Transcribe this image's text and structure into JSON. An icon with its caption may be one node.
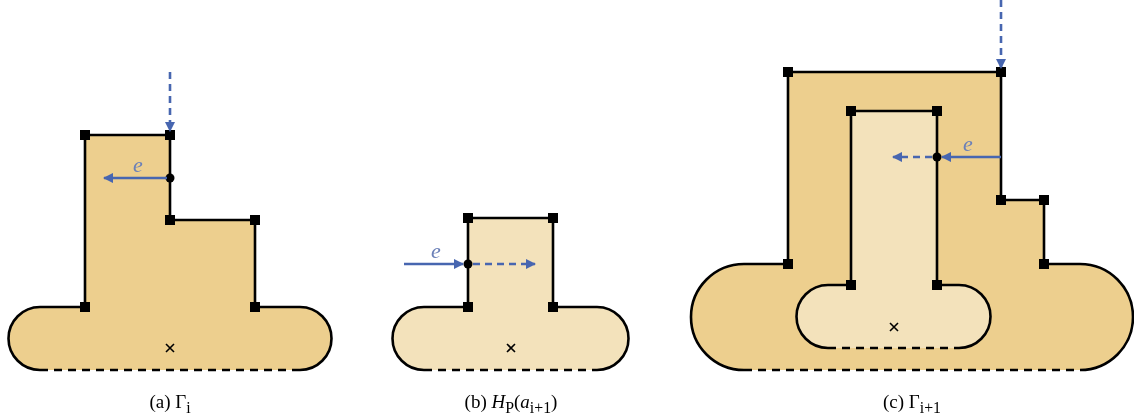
{
  "diagram": {
    "labels": [
      "e",
      "e",
      "e",
      "(a) Γ$_{i}$",
      "(b) *H*$_{P}$(*a*$_{i+1}$)",
      "(c) Γ$_{i+1}$"
    ]
  }
}
